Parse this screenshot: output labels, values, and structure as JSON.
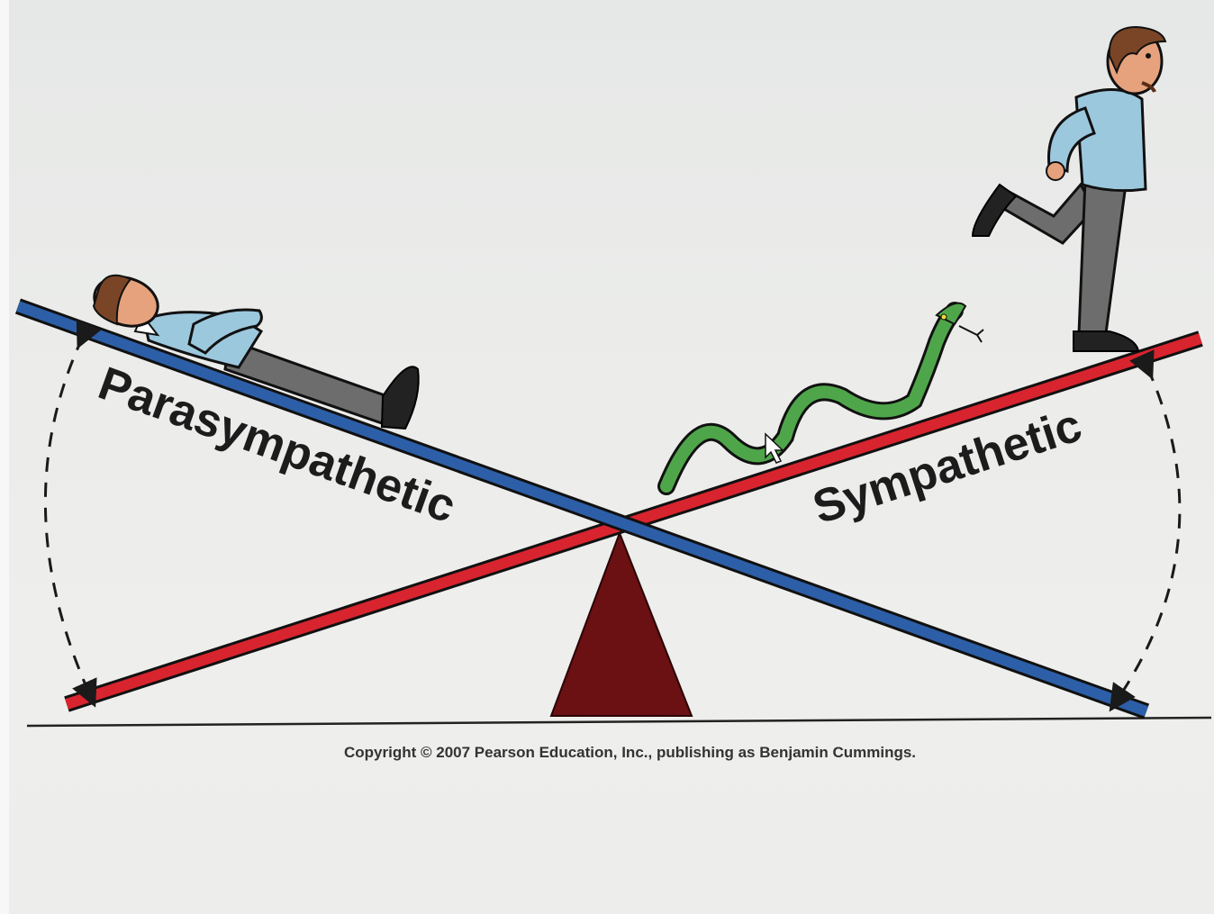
{
  "diagram": {
    "left_label": "Parasympathetic",
    "right_label": "Sympathetic",
    "copyright": "Copyright © 2007 Pearson Education, Inc., publishing as Benjamin Cummings.",
    "colors": {
      "parasympathetic_beam": "#2d5fa8",
      "sympathetic_beam": "#d8242e",
      "fulcrum": "#6b1013",
      "snake": "#4fa64a",
      "shirt": "#9cc8de",
      "pants": "#6d6d6d",
      "skin": "#e6a27d",
      "hair": "#7a4526"
    },
    "icons": [
      "resting-man-icon",
      "running-man-icon",
      "snake-icon",
      "fulcrum-icon",
      "angle-arrow-left-icon",
      "angle-arrow-right-icon",
      "mouse-cursor-icon"
    ]
  }
}
